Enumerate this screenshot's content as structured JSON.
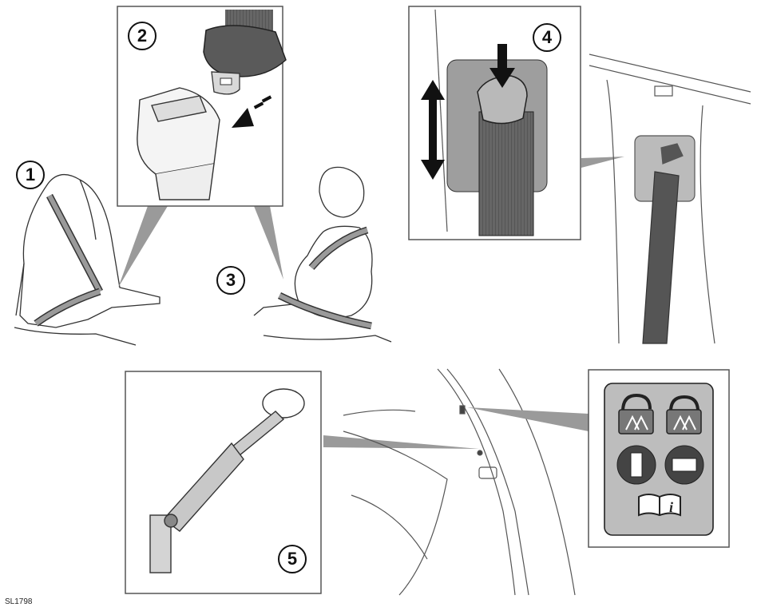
{
  "callouts": [
    "1",
    "2",
    "3",
    "4",
    "5"
  ],
  "reference_code": "SL1798",
  "icons": {
    "panel": [
      "unlocked-child-lock-icon",
      "locked-child-lock-icon",
      "window-enabled-icon",
      "window-disabled-icon",
      "handbook-info-icon"
    ]
  },
  "colors": {
    "line": "#333333",
    "belt": "#555555",
    "panel_fill": "#bdbdbd",
    "inset_fill": "#ffffff"
  }
}
